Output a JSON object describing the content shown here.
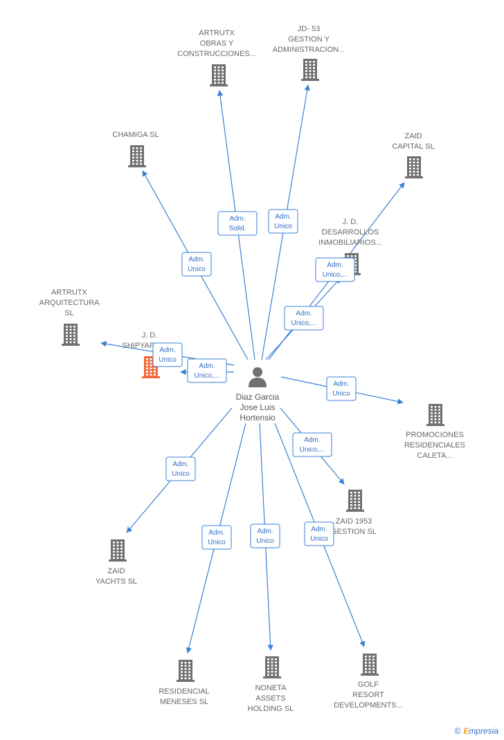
{
  "center": {
    "name_lines": [
      "Diaz Garcia",
      "Jose Luis",
      "Hortensio"
    ]
  },
  "colors": {
    "edge": "#3a7fd5",
    "building": "#707070",
    "highlight": "#f26a3b"
  },
  "nodes": [
    {
      "id": "artrutx-obras",
      "lines": [
        "ARTRUTX",
        "OBRAS Y",
        "CONSTRUCCIONES..."
      ],
      "highlight": false
    },
    {
      "id": "jd53",
      "lines": [
        "JD- 53",
        "GESTION Y",
        "ADMINISTRACION..."
      ],
      "highlight": false
    },
    {
      "id": "chamiga",
      "lines": [
        "CHAMIGA SL"
      ],
      "highlight": false
    },
    {
      "id": "zaid-capital",
      "lines": [
        "ZAID",
        "CAPITAL  SL"
      ],
      "highlight": false
    },
    {
      "id": "jd-desarrollos",
      "lines": [
        "J.  D.",
        "DESARROLLOS",
        "INMOBILIARIOS..."
      ],
      "highlight": false
    },
    {
      "id": "artrutx-arq",
      "lines": [
        "ARTRUTX",
        "ARQUITECTURA",
        "SL"
      ],
      "highlight": false
    },
    {
      "id": "jd-shipyards",
      "lines": [
        "J.  D.",
        "SHIPYARDS  SL"
      ],
      "highlight": true
    },
    {
      "id": "promociones",
      "lines": [
        "PROMOCIONES",
        "RESIDENCIALES",
        "CALETA..."
      ],
      "highlight": false
    },
    {
      "id": "zaid1953",
      "lines": [
        "ZAID 1953",
        "GESTION  SL"
      ],
      "highlight": false
    },
    {
      "id": "zaid-yachts",
      "lines": [
        "ZAID",
        "YACHTS  SL"
      ],
      "highlight": false
    },
    {
      "id": "residencial",
      "lines": [
        "RESIDENCIAL",
        "MENESES SL"
      ],
      "highlight": false
    },
    {
      "id": "noneta",
      "lines": [
        "NONETA",
        "ASSETS",
        "HOLDING  SL"
      ],
      "highlight": false
    },
    {
      "id": "golf",
      "lines": [
        "GOLF",
        "RESORT",
        "DEVELOPMENTS..."
      ],
      "highlight": false
    }
  ],
  "edges": [
    {
      "to": "artrutx-obras",
      "role_lines": [
        "Adm.",
        "Solid."
      ]
    },
    {
      "to": "jd53",
      "role_lines": [
        "Adm.",
        "Unico"
      ]
    },
    {
      "to": "chamiga",
      "role_lines": [
        "Adm.",
        "Unico"
      ]
    },
    {
      "to": "zaid-capital",
      "role_lines": [
        "Adm.",
        "Unico,..."
      ]
    },
    {
      "to": "jd-desarrollos",
      "role_lines": [
        "Adm.",
        "Unico,..."
      ]
    },
    {
      "to": "artrutx-arq",
      "role_lines": [
        "Adm.",
        "Unico"
      ]
    },
    {
      "to": "jd-shipyards",
      "role_lines": [
        "Adm.",
        "Unico,..."
      ]
    },
    {
      "to": "promociones",
      "role_lines": [
        "Adm.",
        "Unico"
      ]
    },
    {
      "to": "zaid1953",
      "role_lines": [
        "Adm.",
        "Unico,..."
      ]
    },
    {
      "to": "zaid-yachts",
      "role_lines": [
        "Adm.",
        "Unico"
      ]
    },
    {
      "to": "residencial",
      "role_lines": [
        "Adm.",
        "Unico"
      ]
    },
    {
      "to": "noneta",
      "role_lines": [
        "Adm.",
        "Unico"
      ]
    },
    {
      "to": "golf",
      "role_lines": [
        "Adm.",
        "Unico"
      ]
    }
  ],
  "footer": {
    "copyright": "©",
    "brand_initial": "E",
    "brand_rest": "mpresia"
  }
}
